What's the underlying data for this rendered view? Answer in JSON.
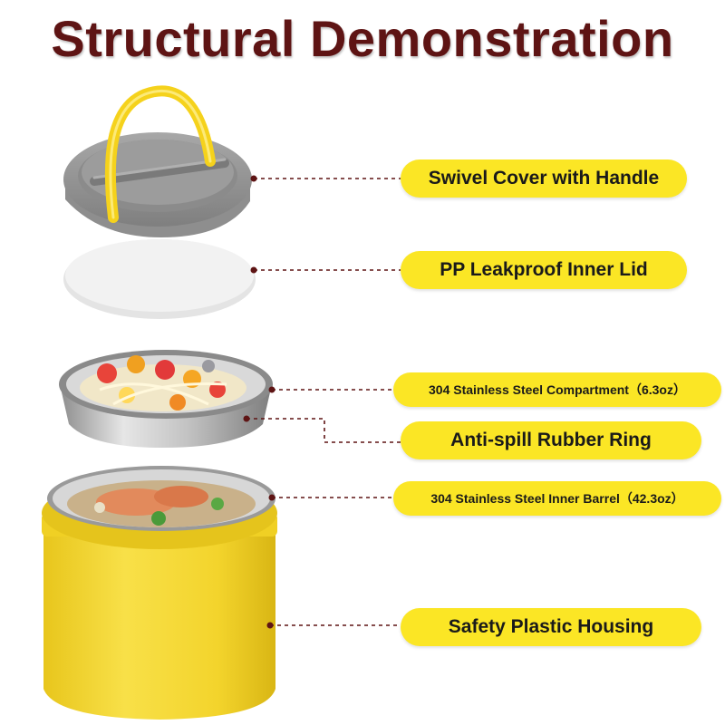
{
  "title": "Structural Demonstration",
  "labels": {
    "swivel_cover": "Swivel Cover with Handle",
    "inner_lid": "PP Leakproof Inner Lid",
    "compartment": "304 Stainless Steel Compartment（6.3oz）",
    "rubber_ring": "Anti-spill Rubber Ring",
    "inner_barrel": "304 Stainless Steel Inner Barrel（42.3oz）",
    "housing": "Safety Plastic Housing"
  },
  "colors": {
    "title": "#5e1414",
    "label_bg": "#fbe625",
    "housing": "#f3d52a",
    "cover": "#9a9a9a",
    "handle": "#f5d21c",
    "leader_line": "#5e1414"
  }
}
